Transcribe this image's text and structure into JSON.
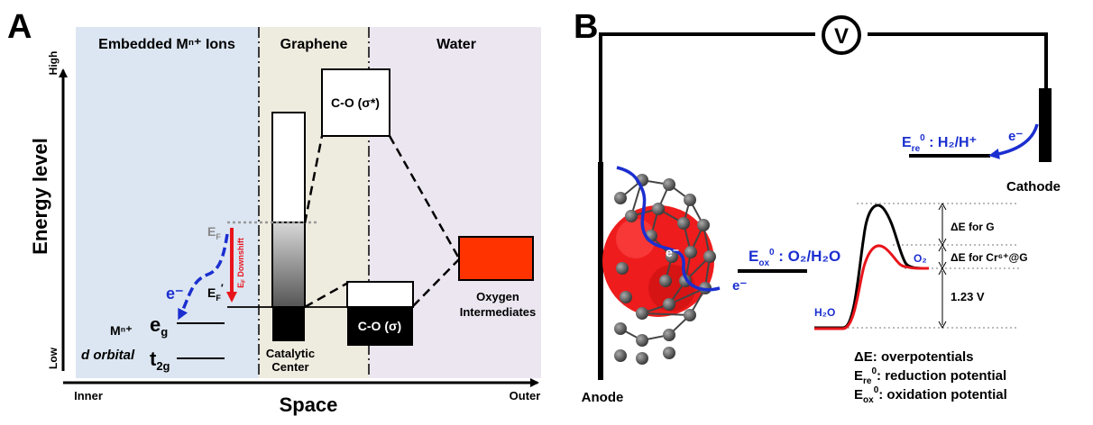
{
  "panel_a": {
    "letter": "A",
    "regions": {
      "embedded": "Embedded Mⁿ⁺ Ions",
      "graphene": "Graphene",
      "water": "Water"
    },
    "y_axis": {
      "label": "Energy level",
      "high": "High",
      "low": "Low"
    },
    "x_axis": {
      "label": "Space",
      "inner": "Inner",
      "outer": "Outer"
    },
    "levels": {
      "ef": "E",
      "ef_sub": "F",
      "ef_prime": "E",
      "ef_prime_sub": "F",
      "ef_prime_mark": "′",
      "downshift": "E",
      "downshift_sub": "F",
      "downshift_rest": " Downshift",
      "electron": "e⁻",
      "mn": "Mⁿ⁺",
      "d_orbital": "d orbital",
      "eg": "e",
      "eg_sub": "g",
      "t2g": "t",
      "t2g_sub": "2g"
    },
    "boxes": {
      "co_sigma_star": "C-O (σ*)",
      "co_sigma": "C-O (σ)",
      "oxygen_1": "Oxygen",
      "oxygen_2": "Intermediates",
      "catalytic_1": "Catalytic",
      "catalytic_2": "Center"
    },
    "colors": {
      "embedded_bg": "#dce6f2",
      "graphene_bg": "#eeebdf",
      "water_bg": "#ebe6f0",
      "oxygen_box": "#ff3300",
      "arrow_red": "#e8141b",
      "arrow_blue": "#1b2fd0"
    }
  },
  "panel_b": {
    "letter": "B",
    "voltmeter": "V",
    "anode": "Anode",
    "cathode": "Cathode",
    "electron": "e⁻",
    "e_re": {
      "main": "E",
      "sub": "re",
      "sup": "0",
      "rest": " : H₂/H⁺"
    },
    "e_ox": {
      "main": "E",
      "sub": "ox",
      "sup": "0",
      "rest": " : O₂/H₂O"
    },
    "plot": {
      "o2": "O₂",
      "h2o": "H₂O",
      "de_g": "ΔE for G",
      "de_cr": "ΔE for Cr⁶⁺@G",
      "v123": "1.23 V"
    },
    "legend": {
      "l1_symbol": "ΔE",
      "l1_text": ":  overpotentials",
      "l2_symbol": "E",
      "l2_sub": "re",
      "l2_sup": "0",
      "l2_text": ": reduction potential",
      "l3_symbol": "E",
      "l3_sub": "ox",
      "l3_sup": "0",
      "l3_text": ": oxidation potential"
    },
    "colors": {
      "sphere": "#ee1c1c",
      "carbon": "#555555",
      "blue": "#1b2fd0",
      "red_curve": "#e8141b"
    }
  }
}
